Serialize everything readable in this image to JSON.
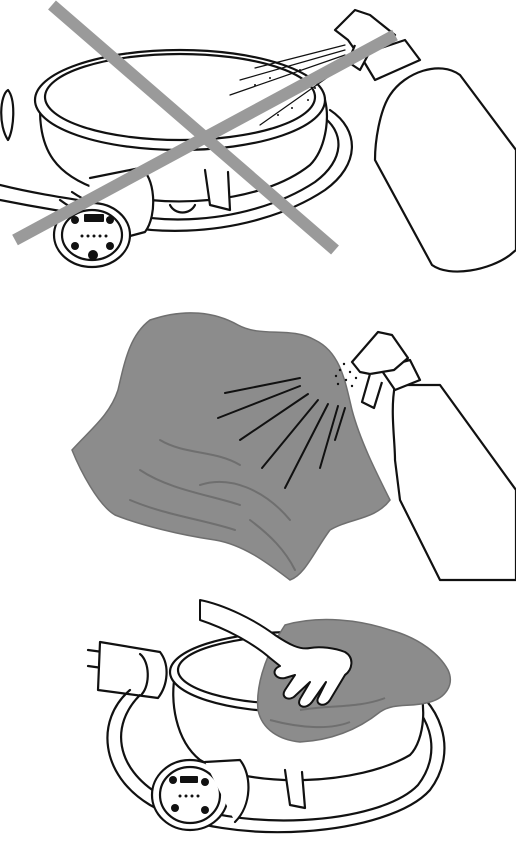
{
  "panels": [
    {
      "id": "no-spray-on-griddle",
      "prohibited": true
    },
    {
      "id": "spray-onto-cloth",
      "prohibited": false
    },
    {
      "id": "wipe-griddle-with-cloth",
      "prohibited": false
    }
  ],
  "colors": {
    "line": "#111111",
    "cross": "#9a9a9a",
    "cloth": "#8c8c8c",
    "cloth_dark": "#6f6f6f",
    "background": "#ffffff"
  }
}
